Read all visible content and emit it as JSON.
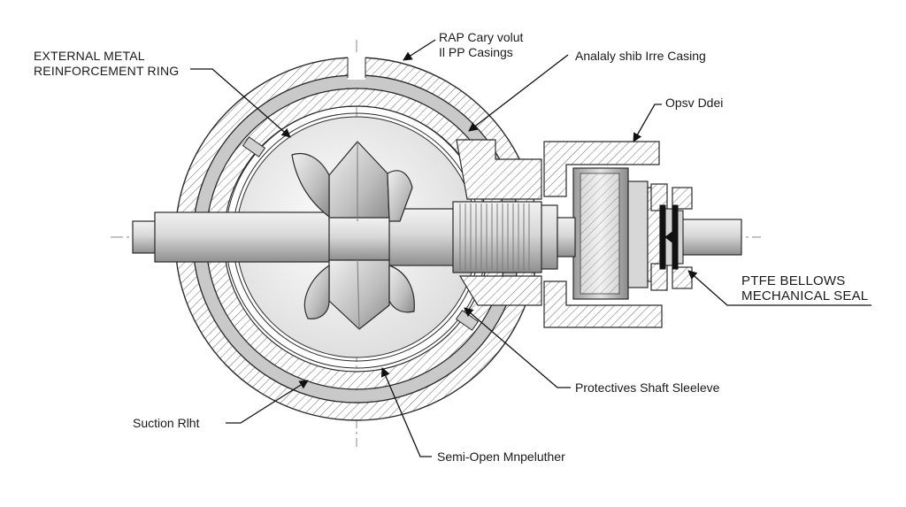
{
  "labels": {
    "external_ring": [
      "EXTERNAL METAL",
      "REINFORCEMENT RING"
    ],
    "volute_casing": [
      "RAP Cary volut",
      "Il PP Casings"
    ],
    "iron_casing": "Analaly shib Irre Casing",
    "opening": "Opsv Ddei",
    "bellows_seal": [
      "PTFE BELLOWS",
      "MECHANICAL SEAL"
    ],
    "shaft_sleeve": "Protectives Shaft Sleeleve",
    "suction": "Suction Rlht",
    "impeller": "Semi-Open Mnpeluther"
  },
  "colors": {
    "line": "#2a2a2a",
    "hatch": "#6b6b6b",
    "ring_fill": "#c9c9c9",
    "metal_light": "#e4e4e4",
    "metal_mid": "#b9b9b9",
    "metal_dark": "#8a8a8a",
    "seal_black": "#111111"
  }
}
